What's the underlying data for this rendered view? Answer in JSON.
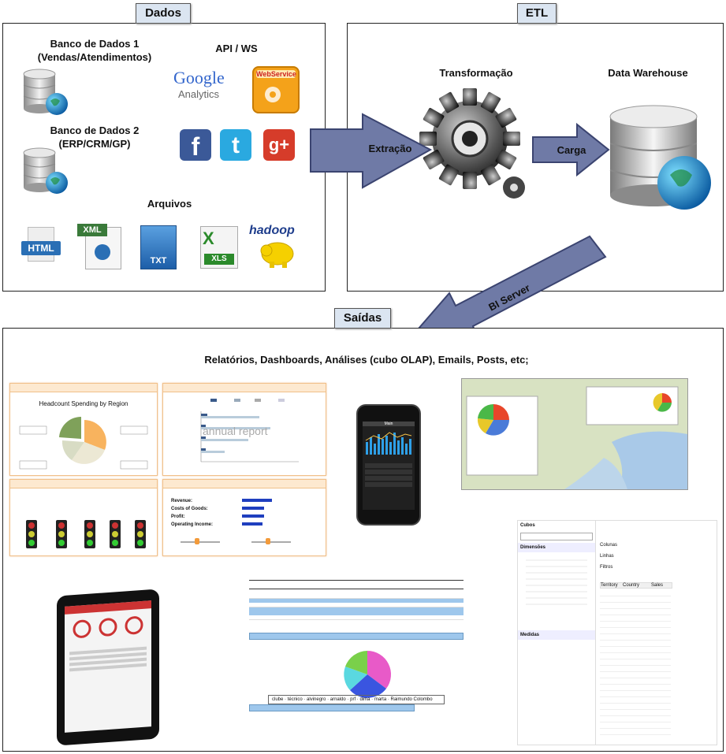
{
  "sections": {
    "dados": "Dados",
    "etl": "ETL",
    "saidas": "Saídas"
  },
  "dados": {
    "db1_title": "Banco de Dados 1",
    "db1_sub": "(Vendas/Atendimentos)",
    "db2_title": "Banco de Dados 2",
    "db2_sub": "(ERP/CRM/GP)",
    "api": "API / WS",
    "google": "Google",
    "analytics": "Analytics",
    "webservice": "WebService",
    "arquivos": "Arquivos",
    "html": "HTML",
    "xml": "XML",
    "txt": "TXT",
    "xls": "XLS",
    "hadoop": "hadoop"
  },
  "etl": {
    "transformacao": "Transformação",
    "dw": "Data Warehouse",
    "extracao": "Extração",
    "carga": "Carga",
    "bi_server": "BI Server"
  },
  "saidas": {
    "heading": "Relatórios, Dashboards, Análises (cubo OLAP), Emails, Posts, etc;",
    "headcount_title": "Headcount Spending by Region",
    "annual_report": "annual report",
    "revenue": "Revenue:",
    "costs": "Costs of Goods:",
    "profit": "Profit:",
    "operating": "Operating Income:",
    "cubos": "Cubos",
    "dimensoes": "Dimensões",
    "medidas": "Medidas",
    "colunas": "Colunas",
    "linhas": "Linhas",
    "filtros": "Filtros",
    "territory": "Territory",
    "country": "Country",
    "sales": "Sales",
    "main": "Main",
    "legend": [
      "clube",
      "técnico",
      "alvinegro",
      "arnaldo",
      "prf",
      "dima",
      "marta",
      "Raimundo Colombo"
    ]
  },
  "colors": {
    "tag_bg": "#dbe5f1",
    "arrow_fill": "#6f7aa6",
    "arrow_stroke": "#3b4470"
  }
}
